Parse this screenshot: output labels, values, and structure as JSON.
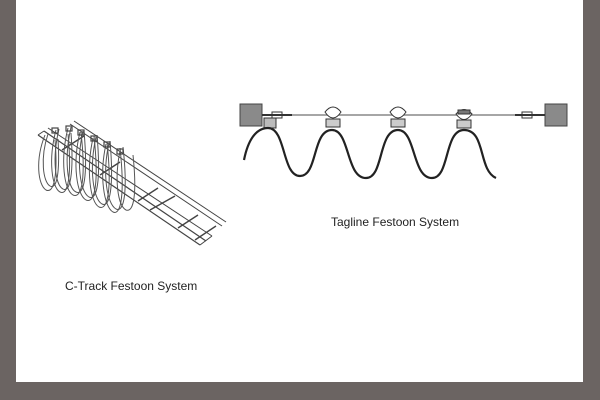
{
  "colors": {
    "frame": "#6b6462",
    "panel": "#ffffff",
    "ink": "#333333",
    "light_ink": "#9a9a9a"
  },
  "figures": {
    "ctrack": {
      "caption": "C-Track Festoon System",
      "icon": "c-track-festoon-illustration"
    },
    "tagline": {
      "caption": "Tagline Festoon System",
      "icon": "tagline-festoon-illustration"
    }
  }
}
